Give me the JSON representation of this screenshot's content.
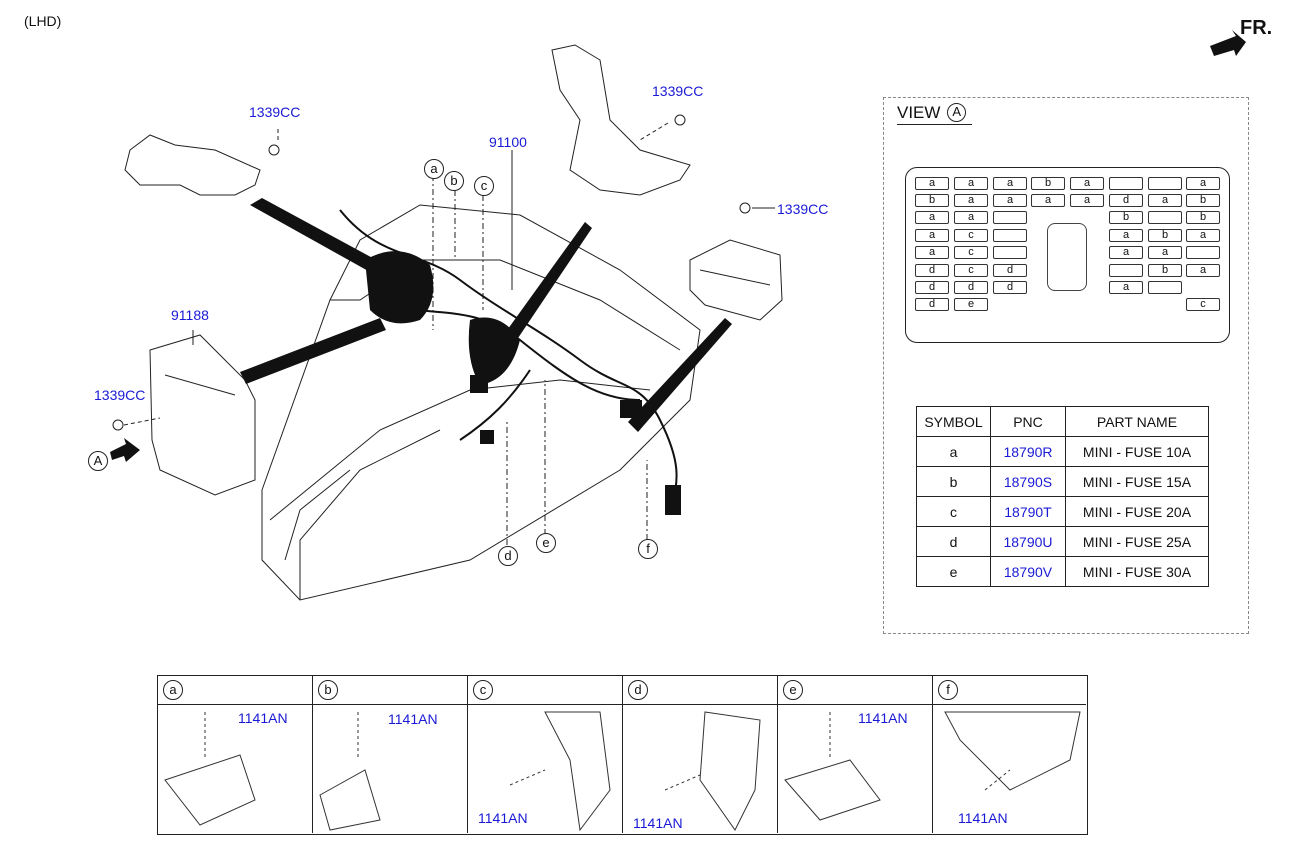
{
  "header": {
    "drive_side": "(LHD)",
    "front_label": "FR."
  },
  "diagram": {
    "callouts": {
      "nut_top_left": "1339CC",
      "nut_top_mid": "1339CC",
      "nut_right": "1339CC",
      "nut_left": "1339CC",
      "harness": "91100",
      "junction_box": "91188"
    },
    "markers": [
      "a",
      "b",
      "c",
      "d",
      "e",
      "f"
    ],
    "view_marker": "A"
  },
  "view": {
    "title": "VIEW",
    "marker": "A",
    "fuse_rows": [
      [
        "a",
        "a",
        "a",
        "b",
        "a",
        "",
        "",
        "a"
      ],
      [
        "b",
        "a",
        "a",
        "a",
        "a",
        "d",
        "a",
        "b"
      ],
      [
        "a",
        "a",
        "",
        "",
        "",
        "b",
        "",
        "b"
      ],
      [
        "a",
        "c",
        "",
        "",
        "",
        "a",
        "b",
        "a"
      ],
      [
        "a",
        "c",
        "",
        "",
        "",
        "a",
        "a",
        ""
      ],
      [
        "d",
        "c",
        "d",
        "",
        "",
        "",
        "b",
        "a"
      ],
      [
        "d",
        "d",
        "d",
        "",
        "",
        "a",
        "",
        ""
      ],
      [
        "d",
        "e",
        "",
        "",
        "",
        "",
        "",
        "c"
      ]
    ]
  },
  "legend": {
    "headers": [
      "SYMBOL",
      "PNC",
      "PART NAME"
    ],
    "rows": [
      {
        "symbol": "a",
        "pnc": "18790R",
        "name": "MINI - FUSE 10A"
      },
      {
        "symbol": "b",
        "pnc": "18790S",
        "name": "MINI - FUSE 15A"
      },
      {
        "symbol": "c",
        "pnc": "18790T",
        "name": "MINI - FUSE 20A"
      },
      {
        "symbol": "d",
        "pnc": "18790U",
        "name": "MINI - FUSE 25A"
      },
      {
        "symbol": "e",
        "pnc": "18790V",
        "name": "MINI - FUSE 30A"
      }
    ]
  },
  "details": [
    {
      "label": "a",
      "part": "1141AN"
    },
    {
      "label": "b",
      "part": "1141AN"
    },
    {
      "label": "c",
      "part": "1141AN"
    },
    {
      "label": "d",
      "part": "1141AN"
    },
    {
      "label": "e",
      "part": "1141AN"
    },
    {
      "label": "f",
      "part": "1141AN"
    }
  ],
  "colors": {
    "part_number": "#1a1ad6",
    "line": "#111111"
  }
}
